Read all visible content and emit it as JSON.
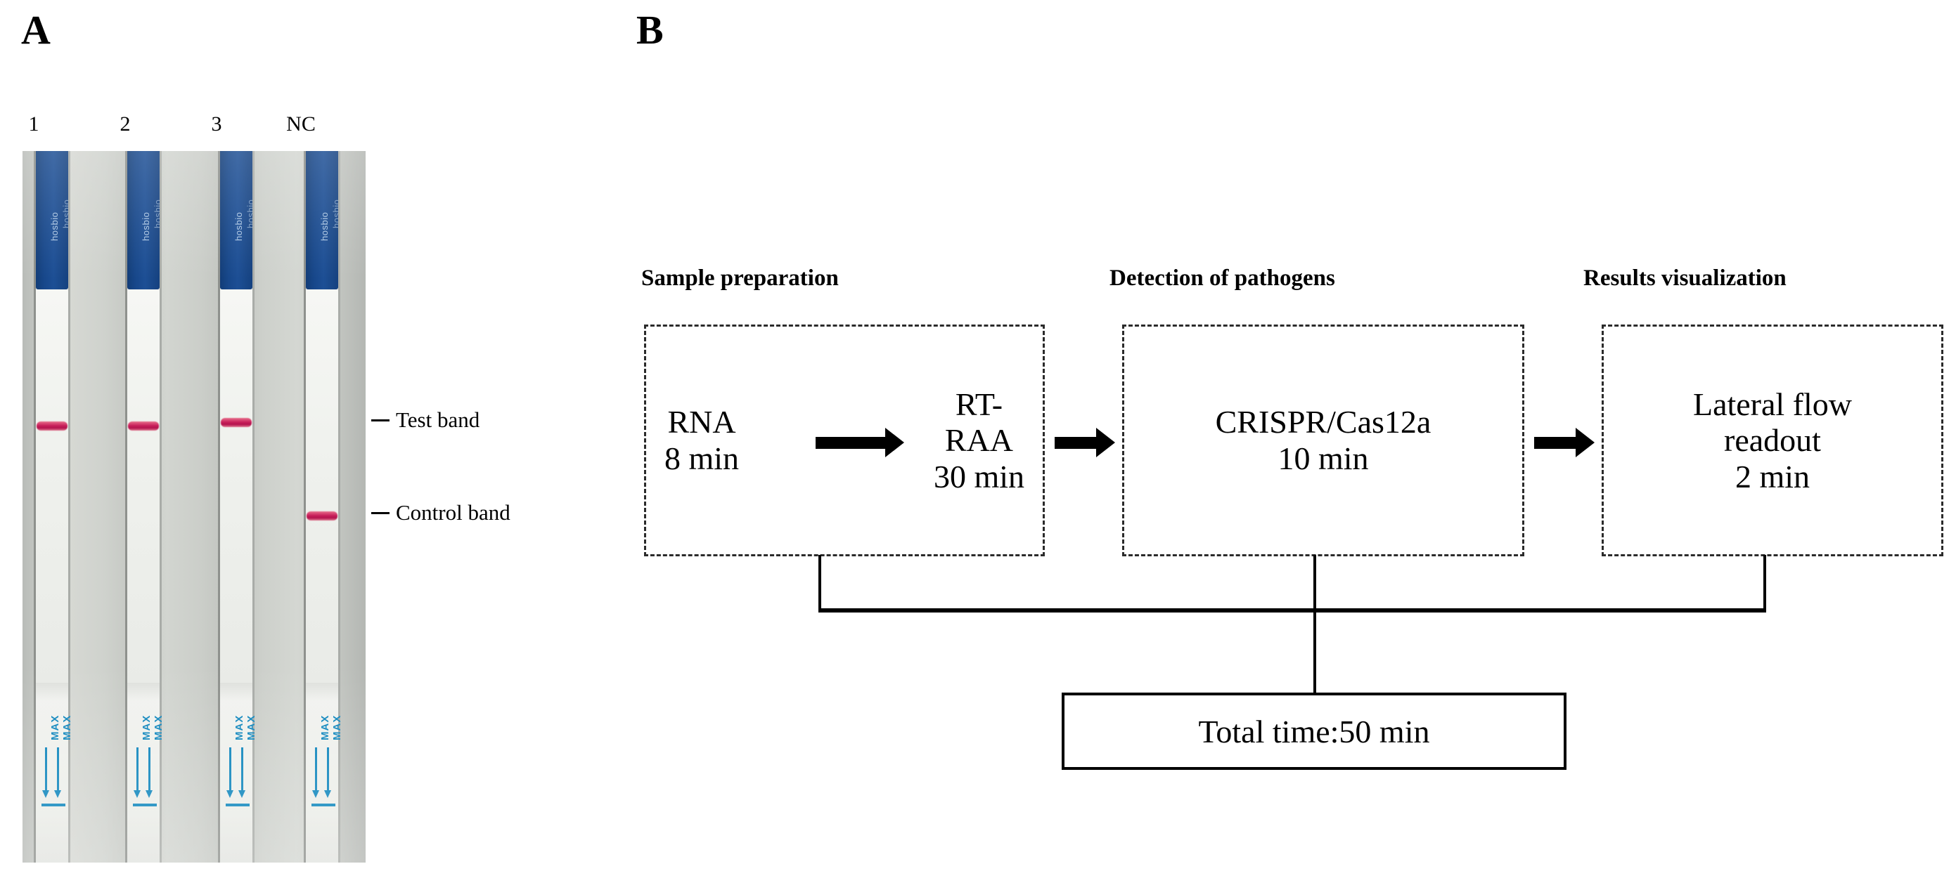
{
  "panels": {
    "a_letter": "A",
    "b_letter": "B"
  },
  "panel_a": {
    "name": "lateral-flow-strip-photo",
    "strip_labels": [
      "1",
      "2",
      "3",
      "NC"
    ],
    "strip_brand_text": "hosbio",
    "pad_marking": "MAX",
    "callouts": [
      {
        "label": "Test band"
      },
      {
        "label": "Control band"
      }
    ],
    "results": [
      {
        "lane": "1",
        "test_band": true,
        "control_band": false
      },
      {
        "lane": "2",
        "test_band": true,
        "control_band": false
      },
      {
        "lane": "3",
        "test_band": true,
        "control_band": false
      },
      {
        "lane": "NC",
        "test_band": false,
        "control_band": true
      }
    ],
    "colors": {
      "band_red": "#c9215c",
      "cap_blue": "#17478a",
      "mark_cyan": "#0f86bd"
    }
  },
  "panel_b": {
    "name": "workflow-diagram",
    "section_headers": [
      "Sample preparation",
      "Detection of pathogens",
      "Results visualization"
    ],
    "steps": [
      {
        "name": "rna",
        "text": "RNA\n8 min"
      },
      {
        "name": "rt-raa",
        "text": "RT-\nRAA\n30 min"
      },
      {
        "name": "crispr",
        "text": "CRISPR/Cas12a\n10 min"
      },
      {
        "name": "lateral",
        "text": "Lateral flow\nreadout\n2 min"
      }
    ],
    "total": "Total time:50 min"
  }
}
